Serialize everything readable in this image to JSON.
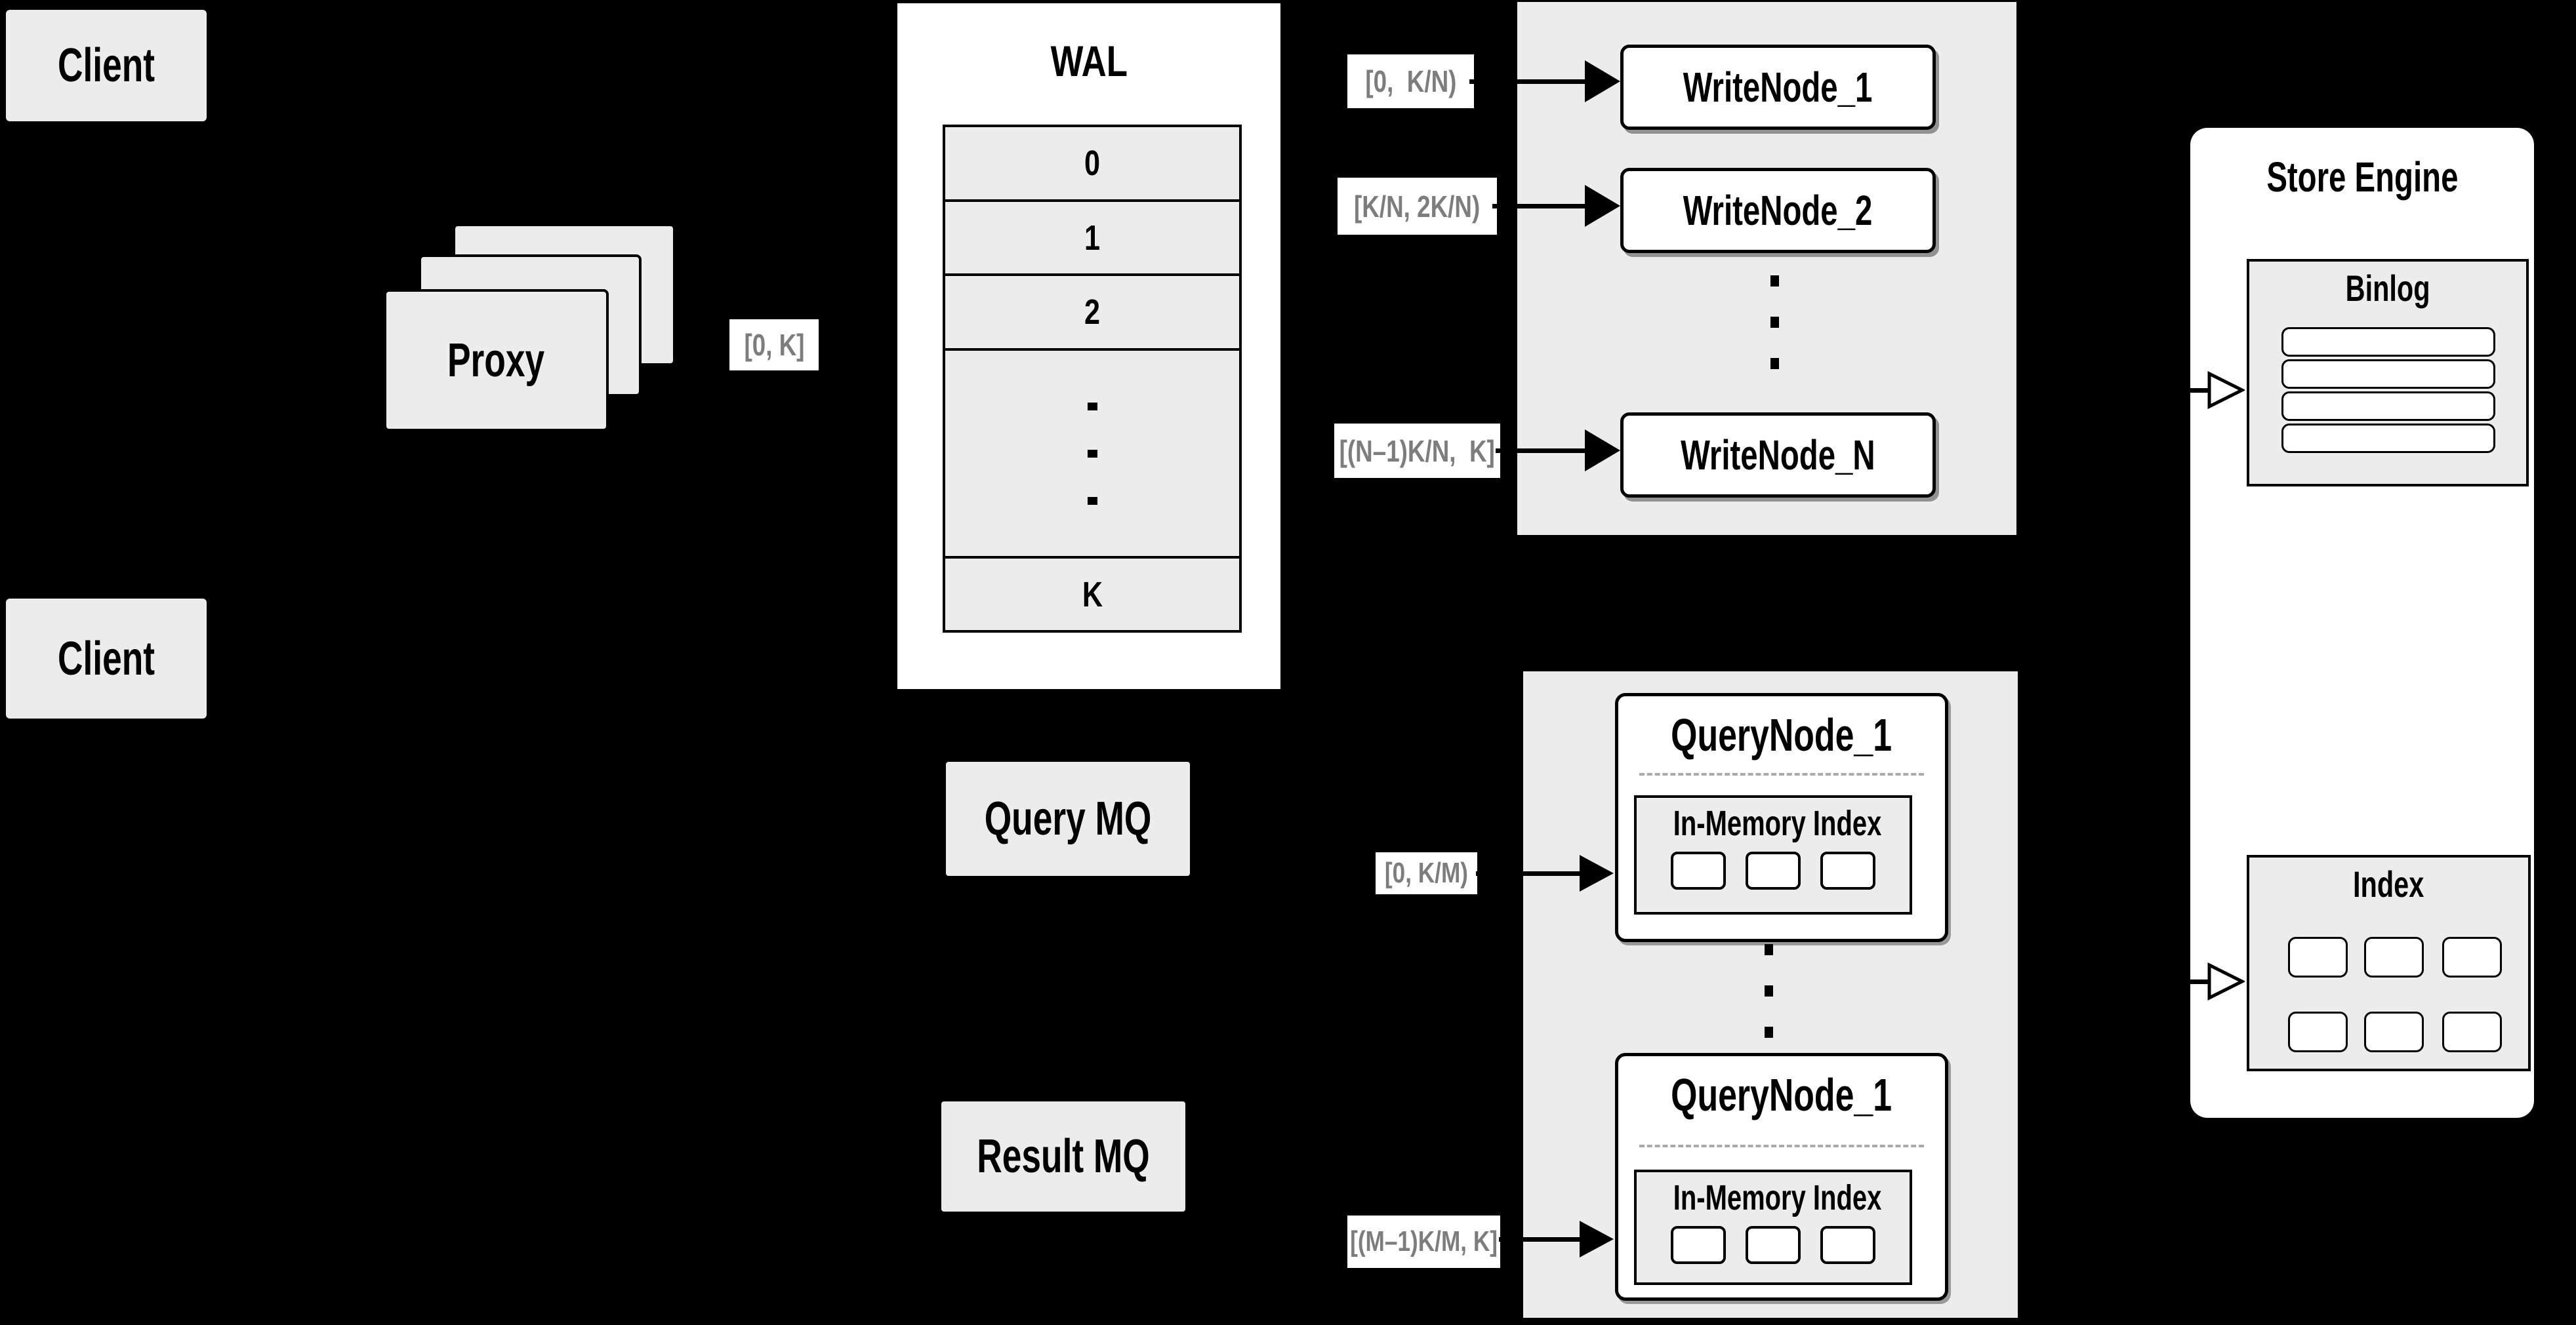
{
  "colors": {
    "background": "#000000",
    "box_gray": "#ececec",
    "box_white": "#ffffff",
    "line_black": "#000000",
    "range_label_gray": "#7d7d7d",
    "dashed_divider_gray": "#aaaaaa"
  },
  "clients": [
    "Client",
    "Client"
  ],
  "proxy": {
    "label": "Proxy",
    "range_label": "[0, K]"
  },
  "wal": {
    "title": "WAL",
    "rows": [
      "0",
      "1",
      "2"
    ],
    "ellipsis": "⋮",
    "last_row": "K"
  },
  "write": {
    "range_labels": [
      "[0,  K/N)",
      "[K/N, 2K/N)",
      "[(N–1)K/N,  K]"
    ],
    "nodes": [
      "WriteNode_1",
      "WriteNode_2",
      "WriteNode_N"
    ],
    "ellipsis": "⋮"
  },
  "store": {
    "title": "Store Engine",
    "binlog_title": "Binlog",
    "index_title": "Index"
  },
  "mq": {
    "query": "Query MQ",
    "result": "Result MQ"
  },
  "query": {
    "range_labels": [
      "[0, K/M)",
      "[(M–1)K/M, K]"
    ],
    "nodes": [
      {
        "title": "QueryNode_1",
        "inner_title": "In-Memory Index"
      },
      {
        "title": "QueryNode_1",
        "inner_title": "In-Memory Index"
      }
    ],
    "ellipsis": "⋮"
  }
}
